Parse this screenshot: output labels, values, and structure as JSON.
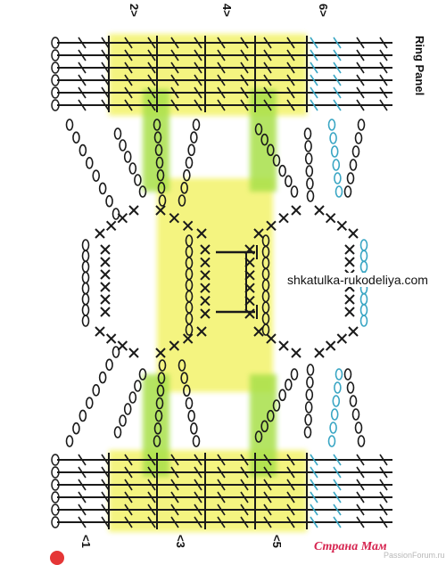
{
  "diagram": {
    "title": "Ring Panel",
    "watermark_site": "shkatulka-rukodeliya.com",
    "watermark_brand": "Страна Мам",
    "watermark_forum": "PassionForum.ru",
    "row_labels_top": [
      "2>",
      "4>",
      "6>"
    ],
    "row_labels_bottom": [
      "<1",
      "<3",
      "<5"
    ],
    "colors": {
      "ink": "#1a1a1a",
      "highlight_yellow": "#f3f36a",
      "highlight_green": "#a8e04a",
      "accent_blue": "#3aa6c4",
      "watermark_red": "#d6234f"
    },
    "symbols": [
      "chain-stitch",
      "single-crochet-x",
      "double-crochet-post"
    ]
  }
}
